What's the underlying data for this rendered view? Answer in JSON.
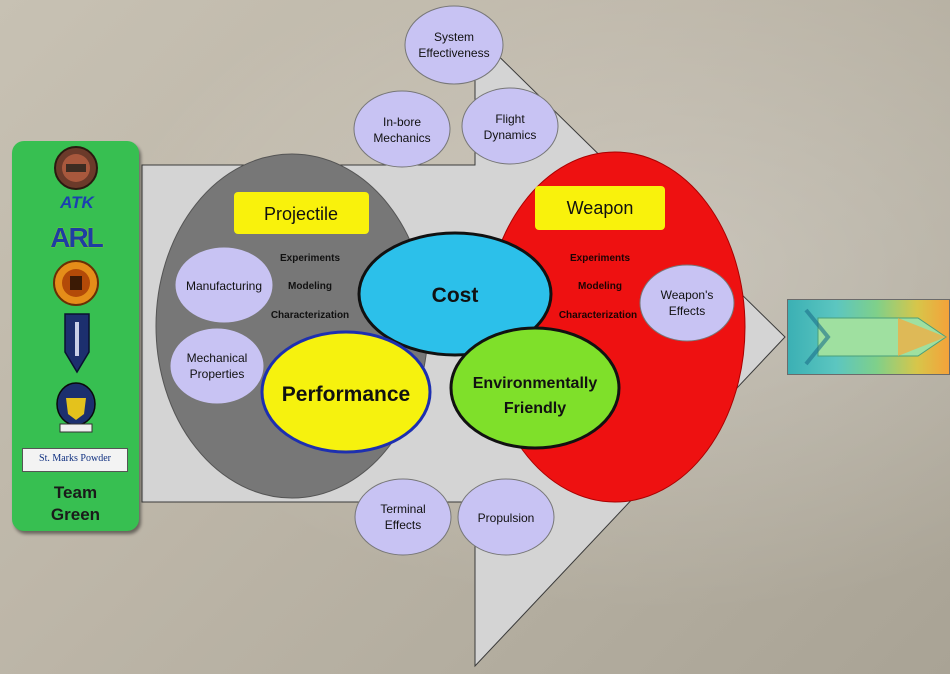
{
  "team": {
    "logos": [
      "ATK",
      "ARL"
    ],
    "st_marks": "St. Marks Powder",
    "label_line1": "Team",
    "label_line2": "Green"
  },
  "top_bubbles": {
    "system_effectiveness_line1": "System",
    "system_effectiveness_line2": "Effectiveness",
    "inbore_line1": "In-bore",
    "inbore_line2": "Mechanics",
    "flight_line1": "Flight",
    "flight_line2": "Dynamics"
  },
  "bottom_bubbles": {
    "terminal_line1": "Terminal",
    "terminal_line2": "Effects",
    "propulsion": "Propulsion"
  },
  "projectile": {
    "title": "Projectile",
    "items": [
      "Experiments",
      "Modeling",
      "Characterization"
    ],
    "manufacturing": "Manufacturing",
    "mechanical_line1": "Mechanical",
    "mechanical_line2": "Properties"
  },
  "weapon": {
    "title": "Weapon",
    "items": [
      "Experiments",
      "Modeling",
      "Characterization"
    ],
    "effects_line1": "Weapon's",
    "effects_line2": "Effects"
  },
  "center": {
    "cost": "Cost",
    "performance": "Performance",
    "env_line1": "Environmentally",
    "env_line2": "Friendly"
  },
  "colors": {
    "team_panel": "#37bf51",
    "projectile_oval": "#777777",
    "weapon_oval": "#ee1111",
    "cost": "#2cc0ea",
    "performance": "#f6f20e",
    "environment": "#7fe02a",
    "title_box": "#f9f20c",
    "bubble": "#c8c3f3"
  }
}
